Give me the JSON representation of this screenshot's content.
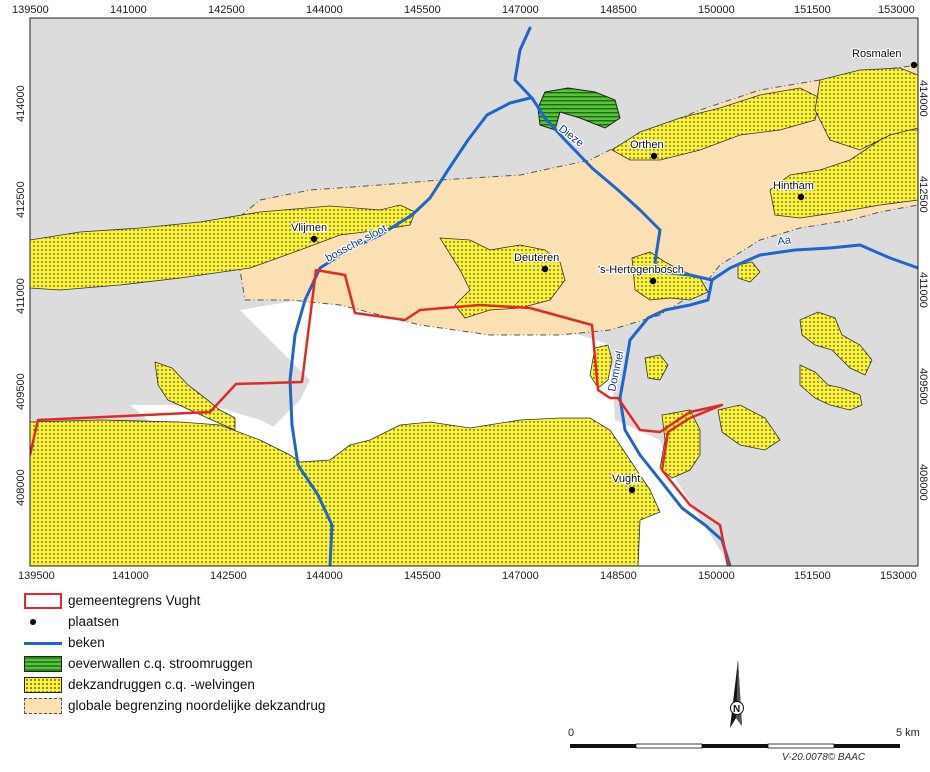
{
  "map": {
    "x_ticks": [
      "139500",
      "141000",
      "142500",
      "144000",
      "145500",
      "147000",
      "148500",
      "150000",
      "151500",
      "153000"
    ],
    "y_ticks": [
      "414000",
      "412500",
      "411000",
      "409500",
      "408000"
    ],
    "places": [
      {
        "name": "Rosmalen"
      },
      {
        "name": "Orthen"
      },
      {
        "name": "Hintham"
      },
      {
        "name": "Vlijmen"
      },
      {
        "name": "Deuteren"
      },
      {
        "name": "'s-Hertogenbosch"
      },
      {
        "name": "Vught"
      }
    ],
    "streams": {
      "dieze": "Dieze",
      "bossche_sloot": "bossche sloot",
      "aa": "Aa",
      "dommel": "Dommel"
    }
  },
  "legend": {
    "items": [
      {
        "label": "gemeentegrens Vught"
      },
      {
        "label": "plaatsen"
      },
      {
        "label": "beken"
      },
      {
        "label": "oeverwallen c.q. stroomruggen"
      },
      {
        "label": "dekzandruggen c.q. -welvingen"
      },
      {
        "label": "globale begrenzing noordelijke dekzandrug"
      }
    ]
  },
  "scale_bar": {
    "start": "0",
    "end": "5 km"
  },
  "north_arrow": {
    "letter": "N"
  },
  "credit": "V-20.0078© BAAC",
  "colors": {
    "background": "#dcdcdc",
    "dekzand_ridge": "#fbe0b4",
    "dekzand": "#fbf33a",
    "oeverwal": "#58c23a",
    "stream": "#1f66c8",
    "municipal_border": "#e02a2a"
  }
}
